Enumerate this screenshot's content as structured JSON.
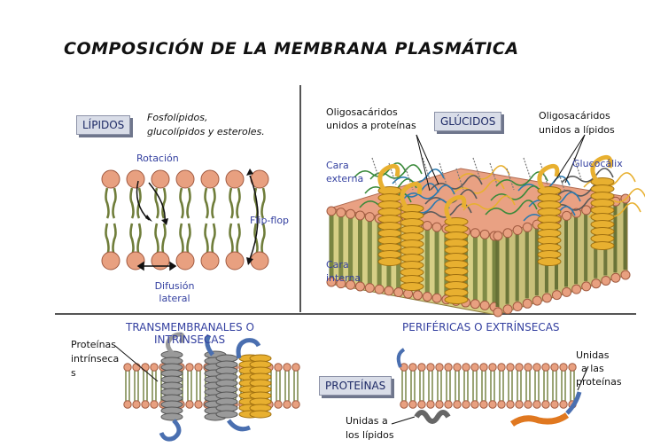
{
  "title": "COMPOSICIÓN DE LA MEMBRANA PLASMÁTICA",
  "lipids": {
    "box_label": "LÍPIDOS",
    "description_line1": "Fosfolípidos,",
    "description_line2": "glucolípidos y esteroles.",
    "rotation": "Rotación",
    "flip_flop": "Flip-flop",
    "lateral_line1": "Difusión",
    "lateral_line2": "lateral"
  },
  "glucids": {
    "box_label": "GLÚCIDOS",
    "oligo_proteins_line1": "Oligosacáridos",
    "oligo_proteins_line2": "unidos a proteínas",
    "oligo_lipids_line1": "Oligosacáridos",
    "oligo_lipids_line2": "unidos a lípidos",
    "glycocalyx": "Glucocálix",
    "outer_line1": "Cara",
    "outer_line2": "externa",
    "inner_line1": "Cara",
    "inner_line2": "interna"
  },
  "proteins": {
    "box_label": "PROTEÍNAS",
    "transmembrane_line1": "TRANSMEMBRANALES O",
    "transmembrane_line2": "INTRÍNSECAS",
    "peripheral": "PERIFÉRICAS O EXTRÍNSECAS",
    "intrinsic_line1": "Proteínas",
    "intrinsic_line2": "intrínseca",
    "intrinsic_line3": "s",
    "lipid_bound_line1": "Unidas a",
    "lipid_bound_line2": "los lípidos",
    "protein_bound_line1": "Unidas",
    "protein_bound_line2": "a las",
    "protein_bound_line3": "proteínas"
  },
  "colors": {
    "phospholipid_head": "#e8a080",
    "tail": "#6f7d3a",
    "protein_yellow": "#e8b030",
    "protein_gray": "#9a9a9a",
    "protein_blue": "#4a6fb0",
    "protein_orange": "#e07820",
    "label_blue": "#3440a0"
  }
}
